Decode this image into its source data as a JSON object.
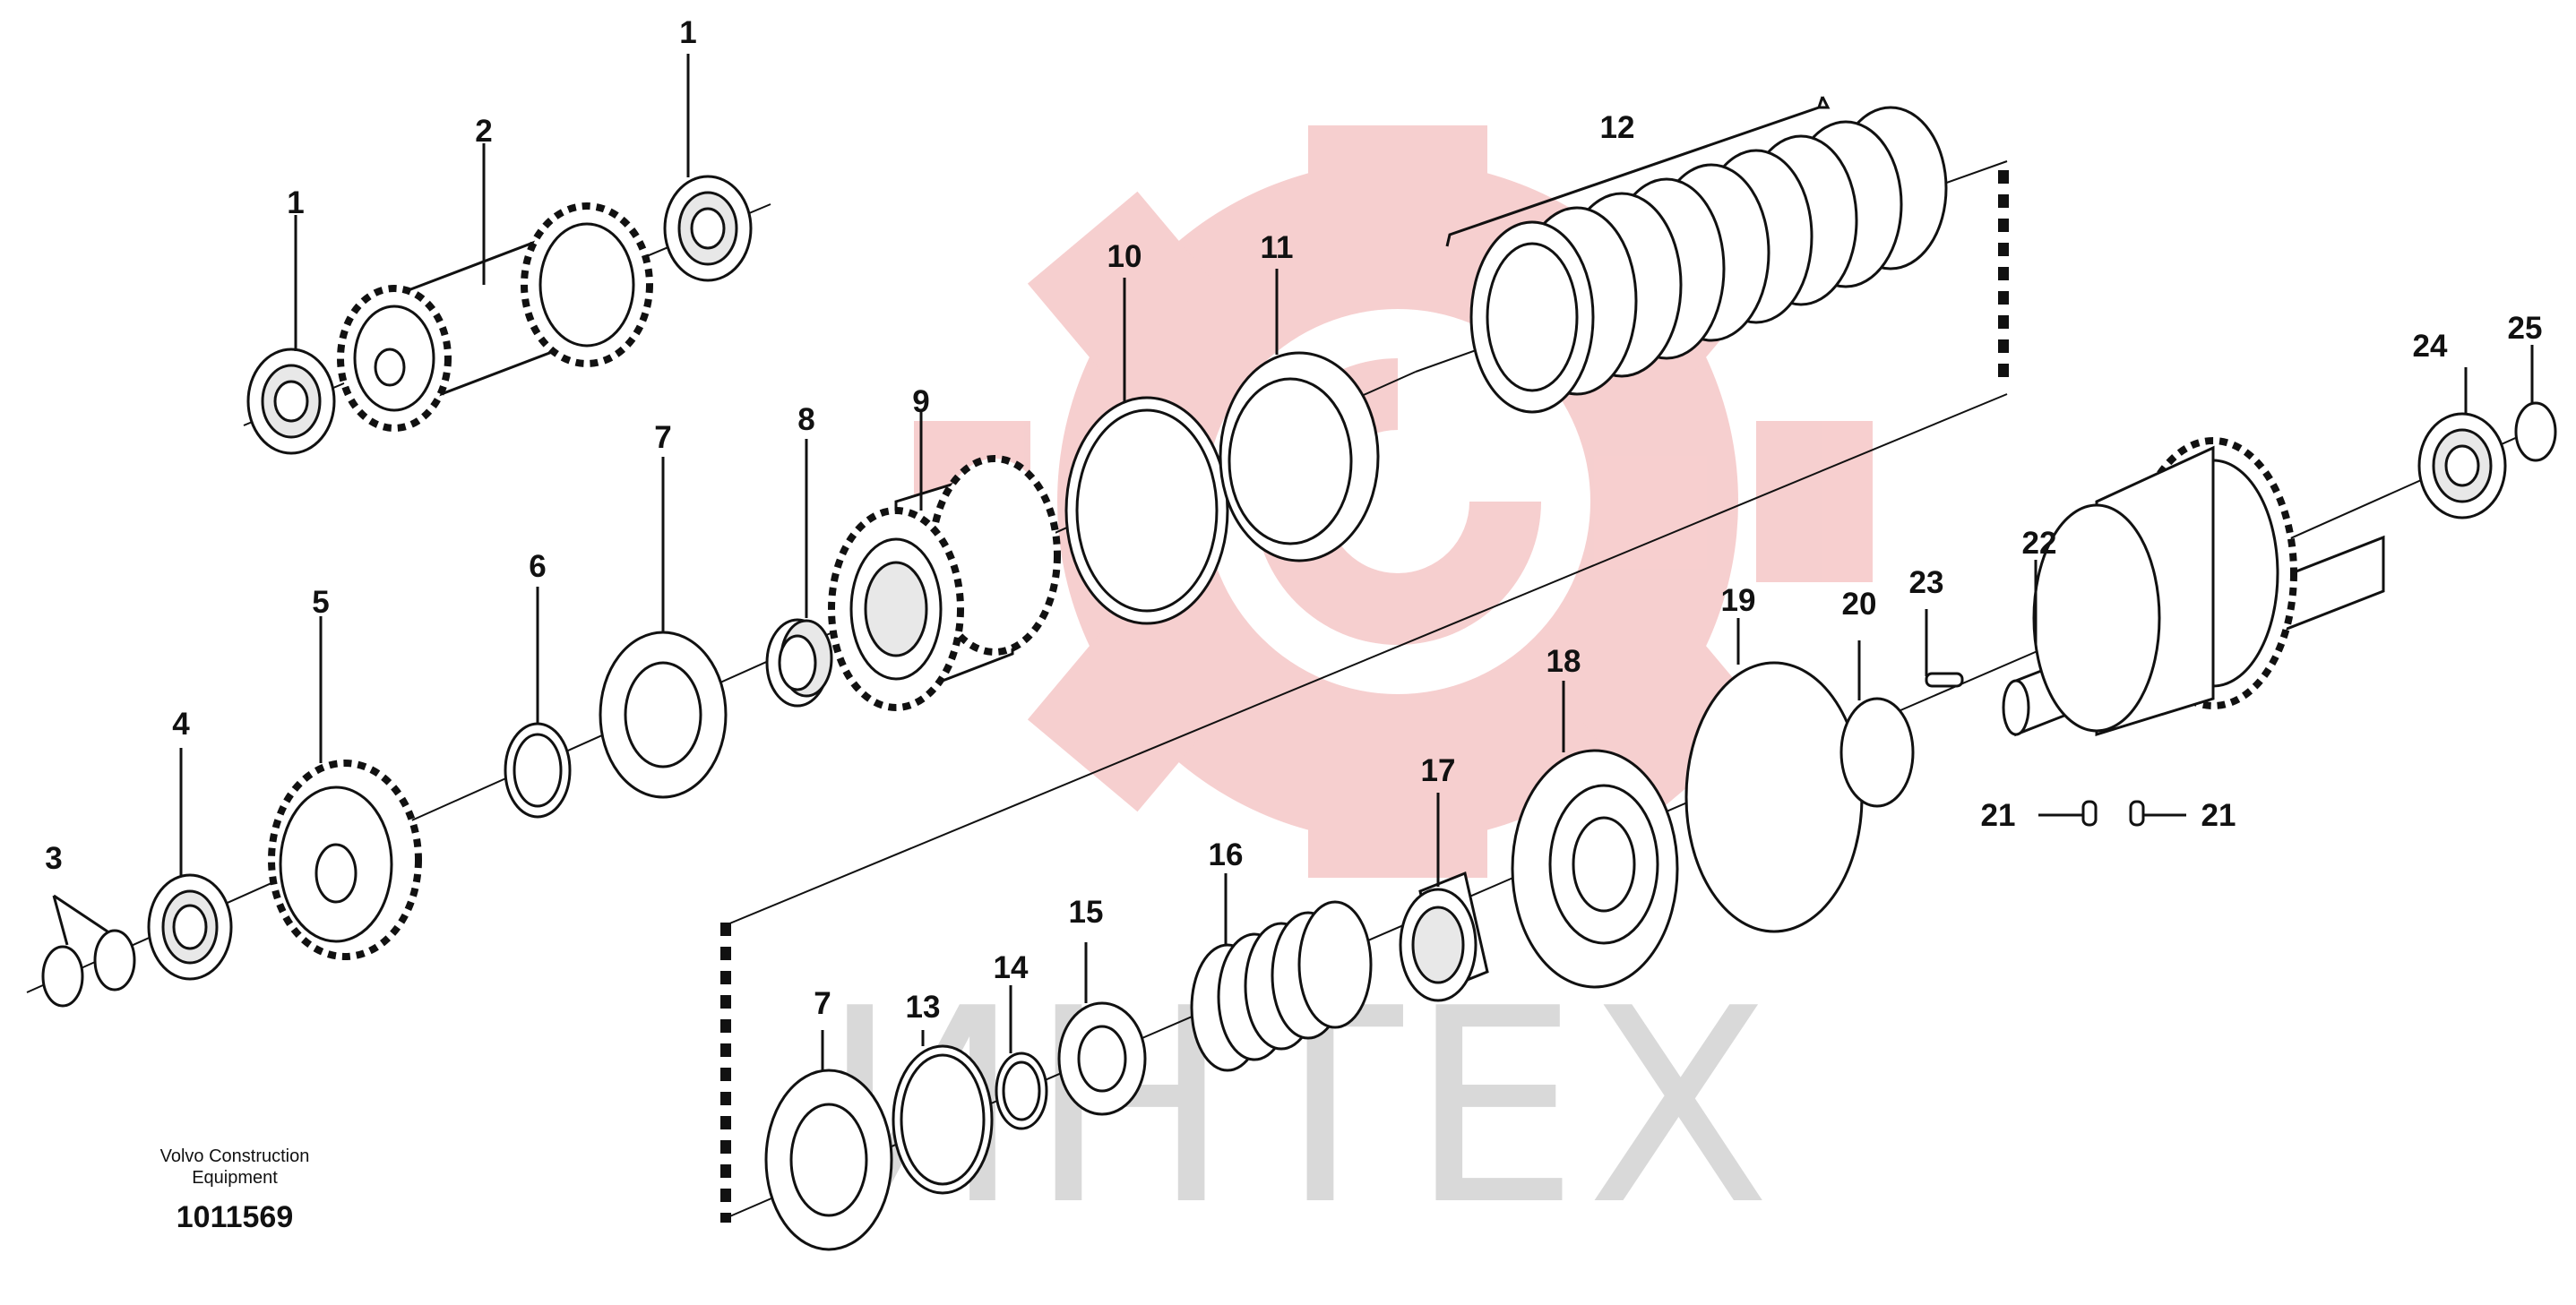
{
  "diagram": {
    "manufacturer": "Volvo Construction\nEquipment",
    "manufacturer_line1": "Volvo Construction",
    "manufacturer_line2": "Equipment",
    "drawing_number": "1011569",
    "watermark_text": "ИНТЕХ",
    "colors": {
      "line": "#111111",
      "watermark_logo": "#f3c2c2",
      "watermark_text": "#d9d9d9"
    },
    "callouts": [
      "1",
      "1",
      "2",
      "3",
      "4",
      "5",
      "6",
      "7",
      "7",
      "8",
      "9",
      "10",
      "11",
      "12",
      "13",
      "14",
      "15",
      "16",
      "17",
      "18",
      "19",
      "20",
      "21",
      "21",
      "22",
      "23",
      "24",
      "25"
    ]
  }
}
